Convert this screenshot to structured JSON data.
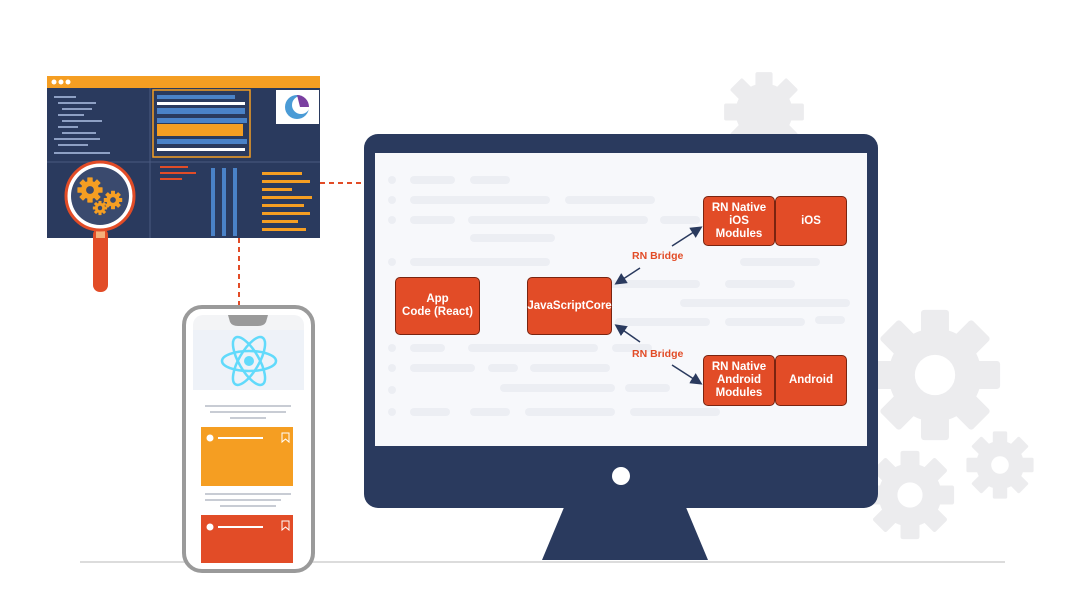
{
  "diagram": {
    "nodes": {
      "app_code": "App\nCode (React)",
      "javascript_core": "JavaScriptCore",
      "rn_native_ios": "RN Native\niOS\nModules",
      "ios": "iOS",
      "rn_native_android": "RN Native\nAndroid\nModules",
      "android": "Android"
    },
    "edges": {
      "bridge_top": "RN Bridge",
      "bridge_bottom": "RN Bridge"
    }
  },
  "colors": {
    "navy": "#2a3a5e",
    "orange": "#f59e22",
    "red_orange": "#e24c27",
    "gear_gray": "#e8e8ea",
    "react_blue": "#61dafb"
  },
  "icons": [
    "gear-icon",
    "magnifier-icon",
    "react-logo-icon",
    "bookmark-icon",
    "logo-icon"
  ]
}
